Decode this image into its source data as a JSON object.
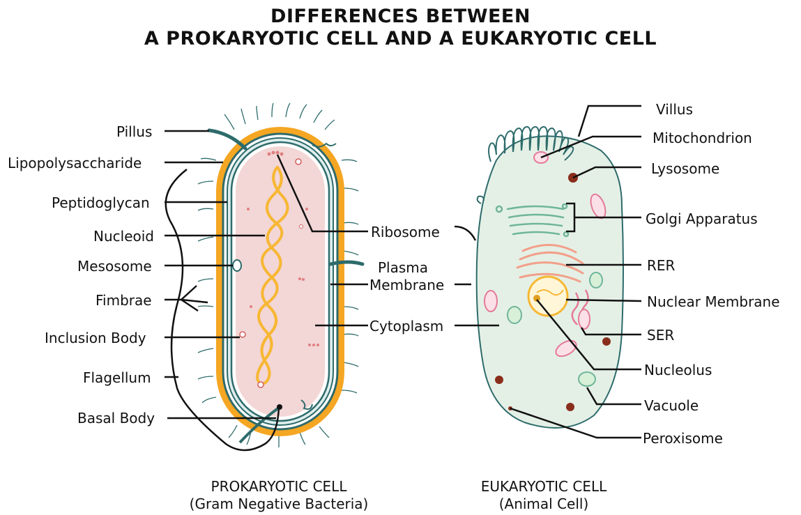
{
  "title": {
    "line1": "DIFFERENCES BETWEEN",
    "line2": "A PROKARYOTIC CELL AND A EUKARYOTIC CELL"
  },
  "prokaryote": {
    "caption1": "PROKARYOTIC CELL",
    "caption2": "(Gram Negative Bacteria)",
    "labels": {
      "pillus": "Pillus",
      "lipopolysaccharide": "Lipopolysaccharide",
      "peptidoglycan": "Peptidoglycan",
      "nucleoid": "Nucleoid",
      "mesosome": "Mesosome",
      "fimbrae": "Fimbrae",
      "inclusion_body": "Inclusion Body",
      "flagellum": "Flagellum",
      "basal_body": "Basal Body"
    }
  },
  "shared": {
    "ribosome": "Ribosome",
    "plasma": "Plasma",
    "membrane": "Membrane",
    "cytoplasm": "Cytoplasm"
  },
  "eukaryote": {
    "caption1": "EUKARYOTIC CELL",
    "caption2": "(Animal Cell)",
    "labels": {
      "villus": "Villus",
      "mitochondrion": "Mitochondrion",
      "lysosome": "Lysosome",
      "golgi": "Golgi Apparatus",
      "rer": "RER",
      "nuclear_membrane": "Nuclear Membrane",
      "ser": "SER",
      "nucleolus": "Nucleolus",
      "vacuole": "Vacuole",
      "peroxisome": "Peroxisome"
    }
  },
  "colors": {
    "capsule_orange": "#f5a623",
    "membrane_teal": "#2e6b6b",
    "cytoplasm_pink": "#f3d6d6",
    "nucleoid_yellow": "#f7b733",
    "euk_cytoplasm": "#e4f0e6",
    "golgi_green": "#6fb59a",
    "rer_salmon": "#f2a08a",
    "mito_pink": "#e57a98",
    "lysosome_brown": "#8a2e1c",
    "leader_line": "#111111"
  }
}
